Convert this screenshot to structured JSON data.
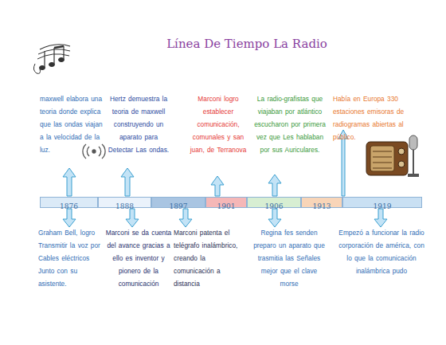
{
  "diagram": {
    "title": "Línea De Tiempo La Radio",
    "nodes": [
      {
        "text": [
          "1876"
        ]
      },
      {
        "text": [
          "1888"
        ]
      },
      {
        "text": [
          "1897"
        ]
      },
      {
        "text": [
          "1901"
        ]
      },
      {
        "text": [
          "1906"
        ]
      },
      {
        "text": [
          "1913"
        ]
      },
      {
        "text": [
          "1919"
        ]
      }
    ],
    "labels": [
      "maxwell elabora una teoria donde explica que las ondas viajan a la velocidad de la luz.",
      "Hertz demuestra la teoria de maxwell construyendo un aparato para Detectar Las ondas.",
      "Marconi logro establecer comunicación, comunales y san juan, de Terranova",
      "La radio-grafistas que viajaban por atlántico escucharon por primera vez que Les hablaban por sus Auriculares.",
      "Había en Europa 330 estaciones emisoras de radiogramas abiertas al público.",
      "Graham Bell, logro Transmitir la voz por Cables eléctricos Junto con su asistente.",
      "Marconi se da cuenta del avance gracias a ello es inventor y pionero de la comunicación",
      "Marconi patenta el telégrafo inalámbrico, creando la comunicación a distancia",
      "Regina fes senden preparo un aparato que trasmitia las Señales mejor que el clave morse",
      "Empezó a funcionar la radio corporación de américa, con lo que la comunicación inalámbrica pudo"
    ]
  }
}
